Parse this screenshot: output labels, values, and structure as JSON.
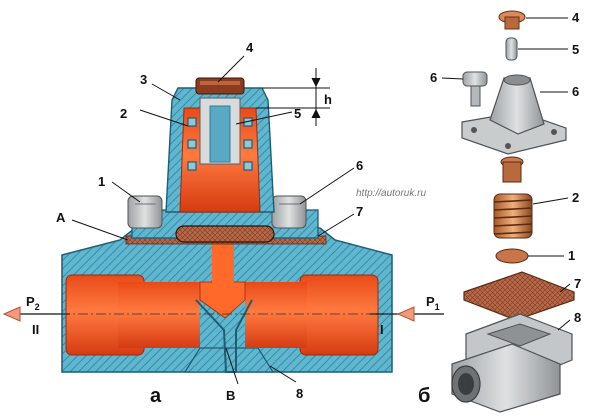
{
  "colors": {
    "body": "#5fb6cf",
    "body_dark": "#2f7f9c",
    "fluid": "#ff5a1f",
    "fluid_dark": "#d8401a",
    "gray": "#b9bcbe",
    "gray_dark": "#7a7e81",
    "arrow": "#f39a7a",
    "copper": "#cc7a4f",
    "gasket": "#b8694a"
  },
  "watermark": "http://autoruk.ru",
  "left_diagram": {
    "caption": "а",
    "labels": {
      "n1": "1",
      "n2": "2",
      "n3": "3",
      "n4": "4",
      "n5": "5",
      "n6": "6",
      "n7": "7",
      "n8": "8",
      "A": "A",
      "B": "B",
      "h": "h",
      "I": "I",
      "II": "II",
      "P1": "P",
      "P1_sub": "1",
      "P2": "P",
      "P2_sub": "2"
    }
  },
  "right_diagram": {
    "caption": "б",
    "labels": {
      "n4": "4",
      "n5": "5",
      "n6a": "6",
      "n6b": "6",
      "n2": "2",
      "n1": "1",
      "n7": "7",
      "n8": "8"
    }
  }
}
